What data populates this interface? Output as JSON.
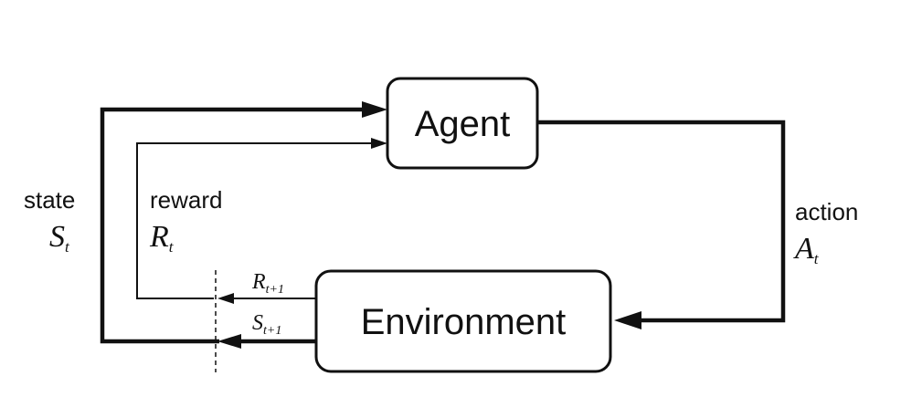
{
  "agent": {
    "label": "Agent"
  },
  "environment": {
    "label": "Environment"
  },
  "state": {
    "label": "state",
    "symbol": "S",
    "sub": "t"
  },
  "reward": {
    "label": "reward",
    "symbol": "R",
    "sub": "t"
  },
  "action": {
    "label": "action",
    "symbol": "A",
    "sub": "t"
  },
  "next_reward": {
    "symbol": "R",
    "sub": "t+1"
  },
  "next_state": {
    "symbol": "S",
    "sub": "t+1"
  }
}
